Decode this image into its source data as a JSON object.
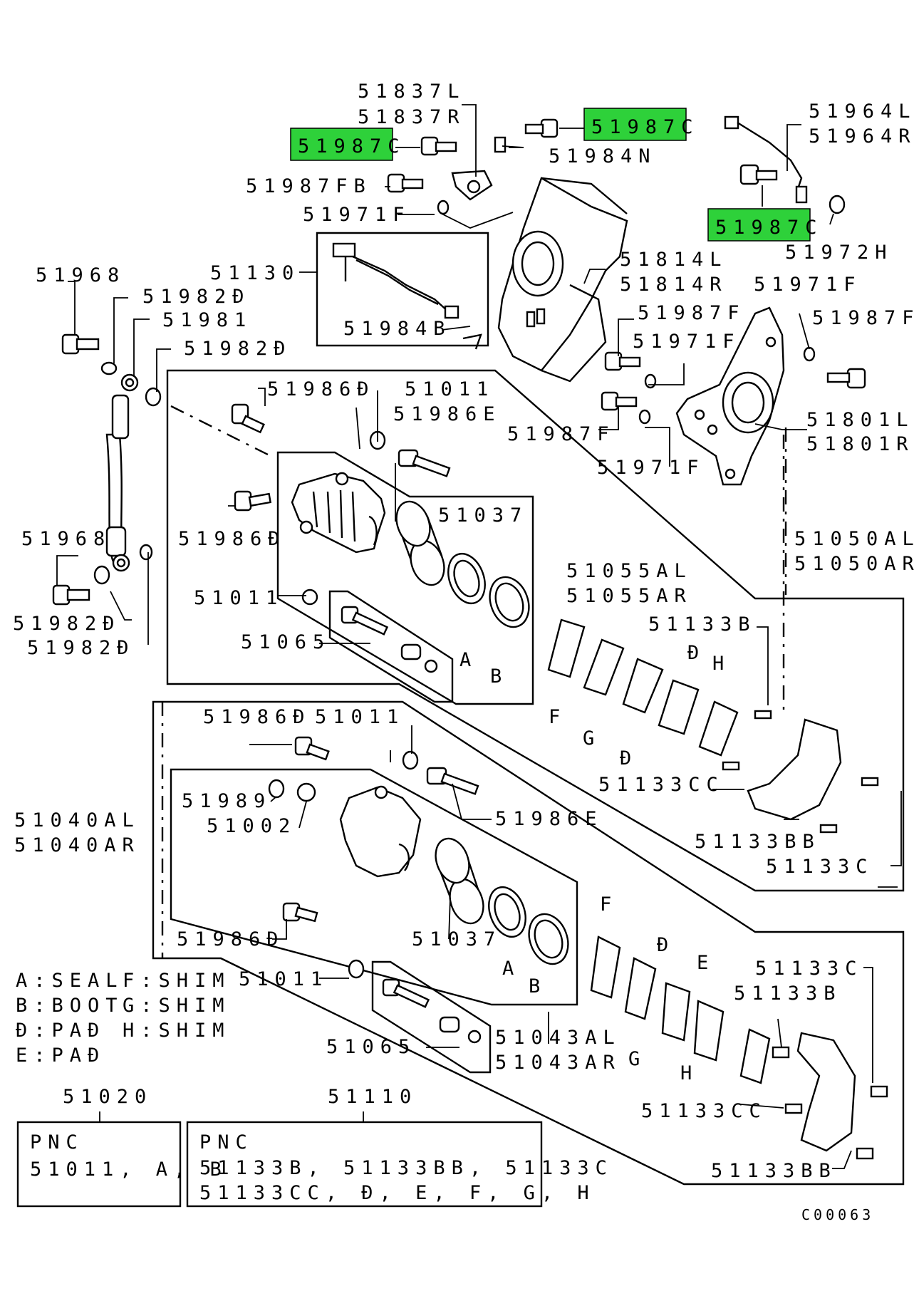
{
  "highlight_color": "#2ed13a",
  "labels": {
    "p51837": [
      "51837L",
      "51837R"
    ],
    "p51987c_a": "51987C",
    "p51987c_b": "51987C",
    "p51987c_c": "51987C",
    "p51984n": "51984N",
    "p51964": [
      "51964L",
      "51964R"
    ],
    "p51987fb": "51987FB",
    "p51971f_a": "51971F",
    "p51972h": "51972H",
    "p51968_a": "51968",
    "p51130": "51130",
    "p51814": [
      "51814L",
      "51814R"
    ],
    "p51971f_b": "51971F",
    "p51982d_a": "51982Đ",
    "p51987f_a": "51987F",
    "p51987f_b": "51987F",
    "p51981": "51981",
    "p51971f_c": "51971F",
    "p51982d_b": "51982Đ",
    "p51984b": "51984B",
    "p51986d_a": "51986Đ",
    "p51011_a": "51011",
    "p51986e_a": "51986E",
    "p51987f_c": "51987F",
    "p51801": [
      "51801L",
      "51801R"
    ],
    "p51971f_d": "51971F",
    "p51037_a": "51037",
    "p51968_b": "51968",
    "p51986d_b": "51986Đ",
    "p51050": [
      "51050AL",
      "51050AR"
    ],
    "p51055": [
      "51055AL",
      "51055AR"
    ],
    "p51011_b": "51011",
    "p51982d_c": "51982Đ",
    "p51982d_d": "51982Đ",
    "p51133b_a": "51133B",
    "p51065_a": "51065",
    "p51986d_c": "51986Đ",
    "p51011_c": "51011",
    "p51133cc_a": "51133CC",
    "p51989": "51989",
    "p51002": "51002",
    "p51986e_b": "51986E",
    "p51040": [
      "51040AL",
      "51040AR"
    ],
    "p51133bb_a": "51133BB",
    "p51133c_a": "51133C",
    "p51986d_d": "51986Đ",
    "p51037_b": "51037",
    "p51011_d": "51011",
    "p51133c_b": "51133C",
    "p51133b_b": "51133B",
    "p51065_b": "51065",
    "p51043": [
      "51043AL",
      "51043AR"
    ],
    "p51133cc_b": "51133CC",
    "p51133bb_b": "51133BB",
    "p51020": "51020",
    "p51110": "51110",
    "diagram_code": "C00063",
    "letters": {
      "A": "A",
      "B": "B",
      "D": "Đ",
      "E": "E",
      "F": "F",
      "G": "G",
      "H": "H"
    }
  },
  "legend": [
    "A:SEAL",
    "B:BOOT",
    "Đ:PAĐ",
    "E:PAĐ",
    "F:SHIM",
    "G:SHIM",
    "H:SHIM"
  ],
  "pnc_boxes": {
    "left": {
      "title": "PNC",
      "lines": [
        "51011, A, B"
      ]
    },
    "right": {
      "title": "PNC",
      "lines": [
        "51133B, 51133BB, 51133C",
        "51133CC, Đ, E, F, G, H"
      ]
    }
  }
}
